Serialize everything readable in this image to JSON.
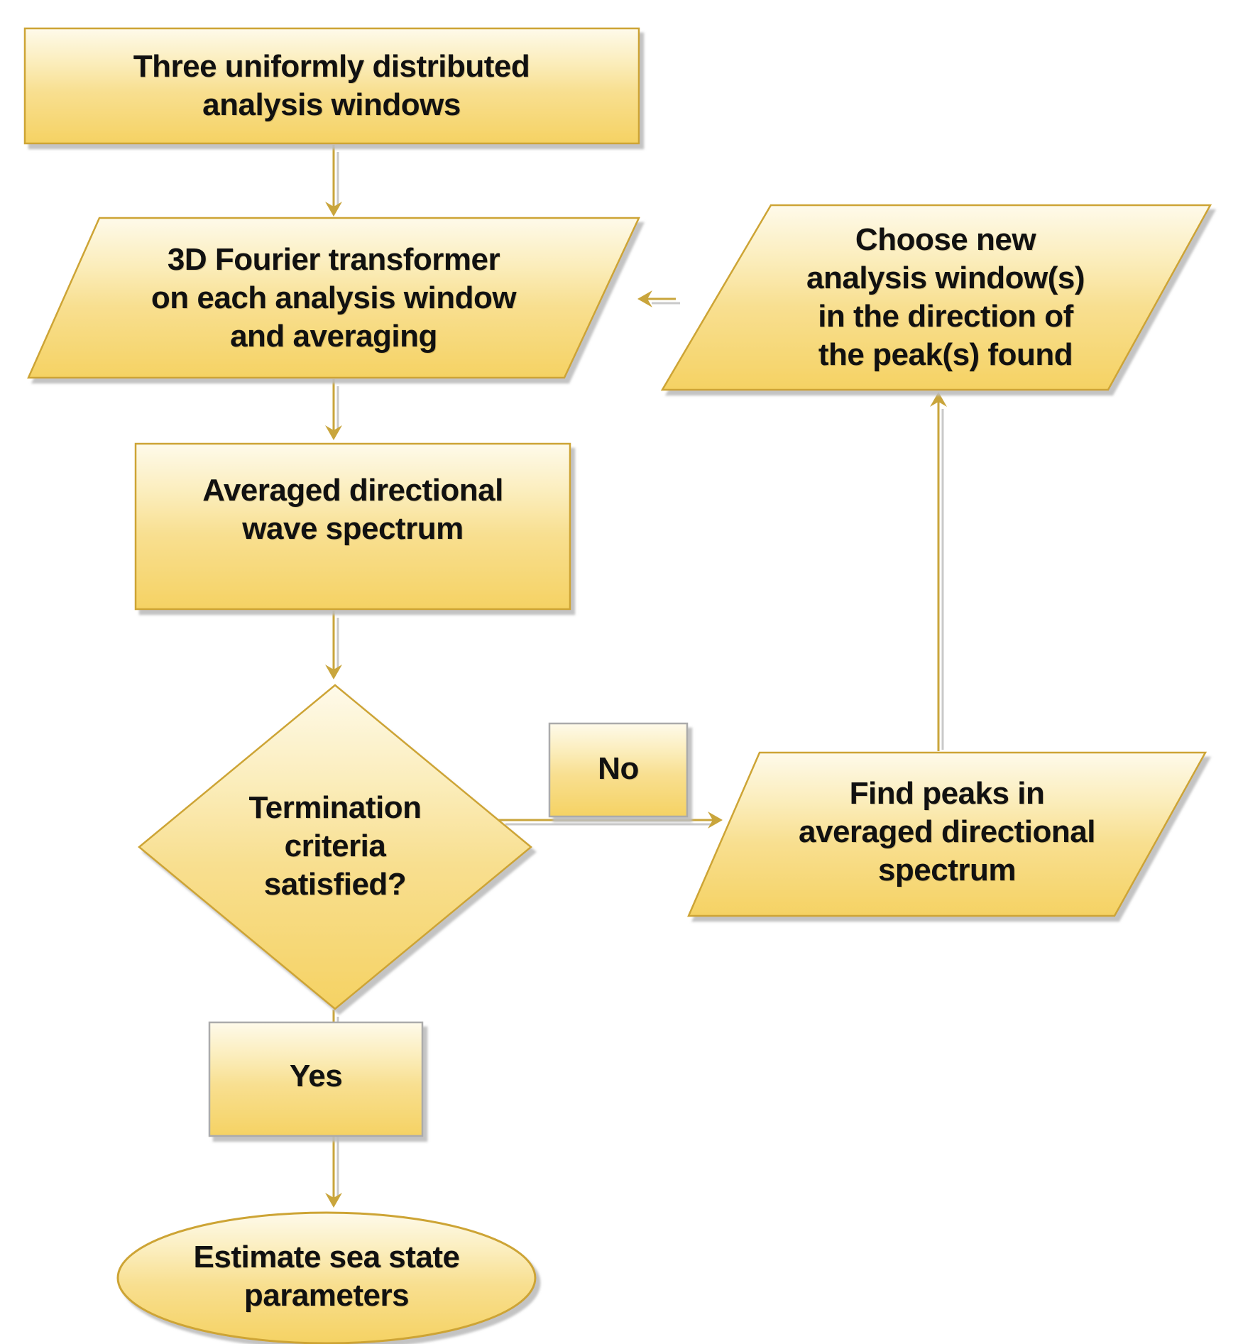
{
  "diagram_type": "flowchart",
  "nodes": {
    "start": {
      "shape": "rectangle",
      "lines": [
        "Three uniformly distributed",
        "analysis windows"
      ]
    },
    "fourier": {
      "shape": "parallelogram",
      "lines": [
        "3D Fourier transformer",
        "on each analysis window",
        "and averaging"
      ]
    },
    "spectrum": {
      "shape": "rectangle",
      "lines": [
        "Averaged directional",
        "wave spectrum"
      ]
    },
    "decision": {
      "shape": "diamond",
      "lines": [
        "Termination",
        "criteria",
        "satisfied?"
      ]
    },
    "yes_label": {
      "shape": "small-rectangle",
      "lines": [
        "Yes"
      ]
    },
    "no_label": {
      "shape": "small-rectangle",
      "lines": [
        "No"
      ]
    },
    "find_peaks": {
      "shape": "parallelogram",
      "lines": [
        "Find peaks in",
        "averaged directional",
        "spectrum"
      ]
    },
    "choose_new": {
      "shape": "parallelogram",
      "lines": [
        "Choose new",
        "analysis window(s)",
        "in the direction of",
        "the peak(s) found"
      ]
    },
    "estimate": {
      "shape": "ellipse",
      "lines": [
        "Estimate sea state",
        "parameters"
      ]
    }
  },
  "edges": [
    {
      "from": "start",
      "to": "fourier",
      "label": ""
    },
    {
      "from": "fourier",
      "to": "spectrum",
      "label": ""
    },
    {
      "from": "spectrum",
      "to": "decision",
      "label": ""
    },
    {
      "from": "decision",
      "to": "find_peaks",
      "label": "No"
    },
    {
      "from": "find_peaks",
      "to": "choose_new",
      "label": ""
    },
    {
      "from": "choose_new",
      "to": "fourier",
      "label": ""
    },
    {
      "from": "decision",
      "to": "estimate",
      "label": "Yes"
    }
  ],
  "colors": {
    "fill_top": "#FEFAEA",
    "fill_mid": "#F8DF90",
    "fill_bottom": "#F5D263",
    "shape_border_gold": "#CDA434",
    "shape_border_gray": "#ABABAB",
    "arrow_gold": "#C9A53C",
    "shadow_gray": "#C9C9C9",
    "text": "#111111",
    "background": "#FFFFFF"
  }
}
